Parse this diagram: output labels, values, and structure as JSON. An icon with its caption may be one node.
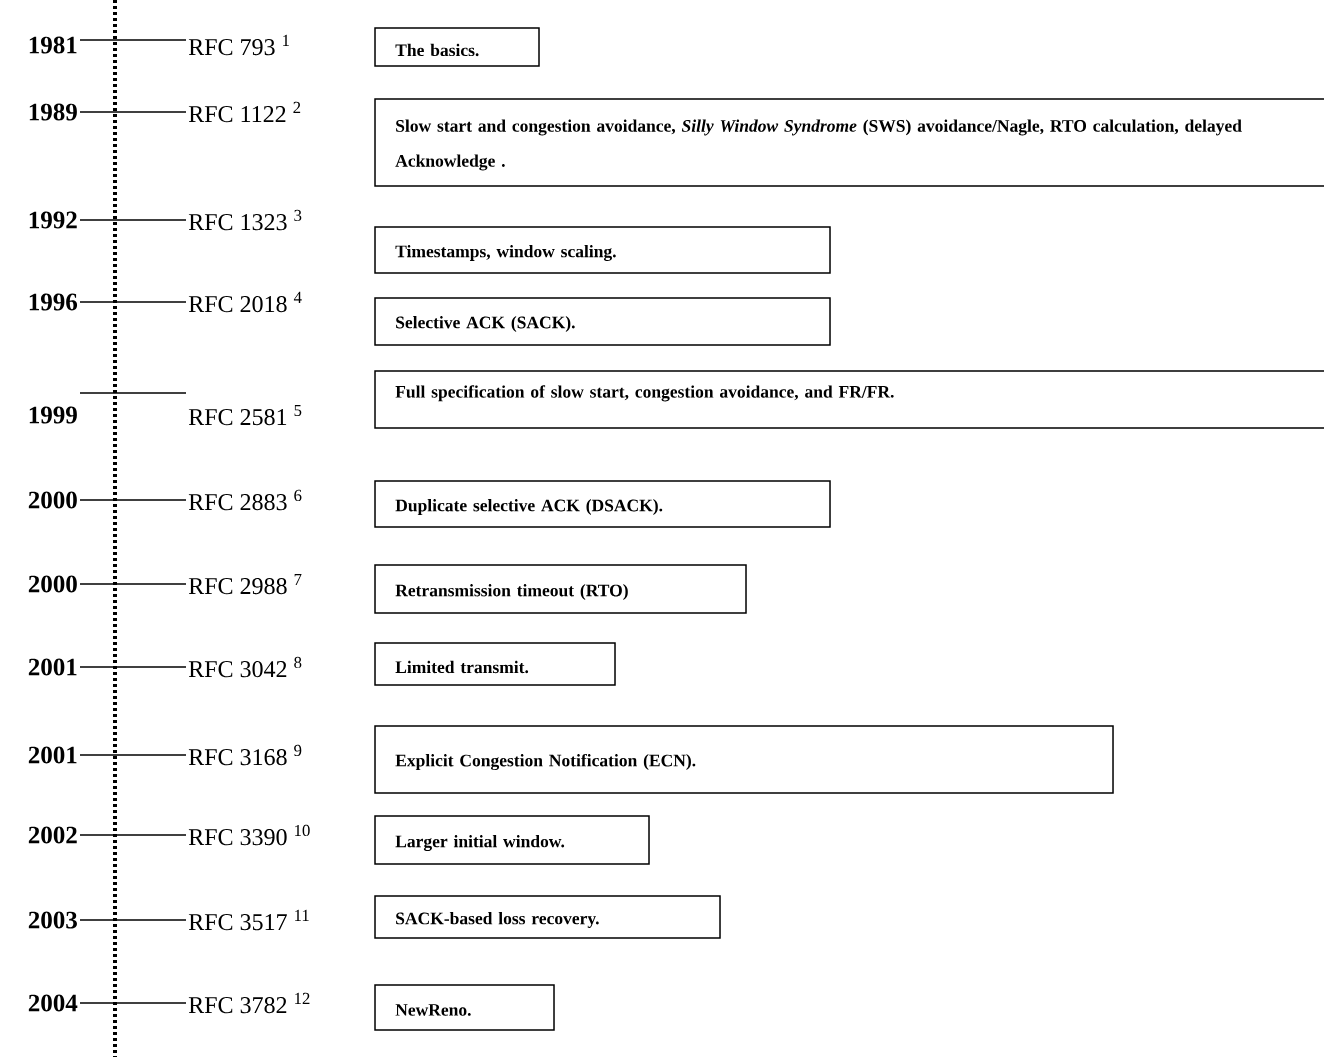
{
  "diagram": {
    "nodes": [
      {
        "text": [
          "1981"
        ]
      },
      {
        "text": [
          "RFC 793 $^{1}$"
        ]
      },
      {
        "text": [
          "The basics."
        ]
      },
      {
        "text": [
          "1989"
        ]
      },
      {
        "text": [
          "RFC 1122 $^{2}$"
        ]
      },
      {
        "text": [
          "Slow start and congestion avoidance, *Silly Window Syndrome* (SWS) avoidance/Nagle, RTO calculation, delayed Acknowledge ."
        ]
      },
      {
        "text": [
          "1992"
        ]
      },
      {
        "text": [
          "RFC 1323 $^{3}$"
        ]
      },
      {
        "text": [
          "Timestamps, window scaling."
        ]
      },
      {
        "text": [
          "1996"
        ]
      },
      {
        "text": [
          "RFC 2018 $^{4}$"
        ]
      },
      {
        "text": [
          "Selective ACK (SACK)."
        ]
      },
      {
        "text": [
          "1999"
        ]
      },
      {
        "text": [
          "RFC 2581 $^{5}$"
        ]
      },
      {
        "text": [
          "Full specification of slow start, congestion avoidance, and FR/FR."
        ]
      },
      {
        "text": [
          "2000"
        ]
      },
      {
        "text": [
          "RFC 2883 $^{6}$"
        ]
      },
      {
        "text": [
          "Duplicate selective ACK (DSACK)."
        ]
      },
      {
        "text": [
          "2000"
        ]
      },
      {
        "text": [
          "RFC 2988 $^{7}$"
        ]
      },
      {
        "text": [
          "Retransmission timeout (RTO)"
        ]
      },
      {
        "text": [
          "2001"
        ]
      },
      {
        "text": [
          "RFC 3042 $^{8}$"
        ]
      },
      {
        "text": [
          "Limited transmit."
        ]
      },
      {
        "text": [
          "2001"
        ]
      },
      {
        "text": [
          "RFC 3168 $^{9}$"
        ]
      },
      {
        "text": [
          "Explicit Congestion Notification (ECN)."
        ]
      },
      {
        "text": [
          "2002"
        ]
      },
      {
        "text": [
          "RFC 3390 $^{10}$"
        ]
      },
      {
        "text": [
          "Larger initial window."
        ]
      },
      {
        "text": [
          "2003"
        ]
      },
      {
        "text": [
          "RFC 3517 $^{11}$"
        ]
      },
      {
        "text": [
          "SACK-based loss recovery."
        ]
      },
      {
        "text": [
          "2004"
        ]
      },
      {
        "text": [
          "RFC 3782 $^{12}$"
        ]
      },
      {
        "text": [
          "NewReno."
        ]
      }
    ],
    "edges": [
      {
        "from": 0,
        "to": 1,
        "arrow": "none"
      },
      {
        "from": 3,
        "to": 4,
        "arrow": "none"
      },
      {
        "from": 6,
        "to": 7,
        "arrow": "none"
      },
      {
        "from": 9,
        "to": 10,
        "arrow": "none"
      },
      {
        "from": 12,
        "to": 13,
        "arrow": "none"
      },
      {
        "from": 15,
        "to": 16,
        "arrow": "none"
      },
      {
        "from": 18,
        "to": 19,
        "arrow": "none"
      },
      {
        "from": 21,
        "to": 22,
        "arrow": "none"
      },
      {
        "from": 24,
        "to": 25,
        "arrow": "none"
      },
      {
        "from": 27,
        "to": 28,
        "arrow": "none"
      },
      {
        "from": 30,
        "to": 31,
        "arrow": "none"
      },
      {
        "from": 33,
        "to": 34,
        "arrow": "none"
      }
    ]
  }
}
